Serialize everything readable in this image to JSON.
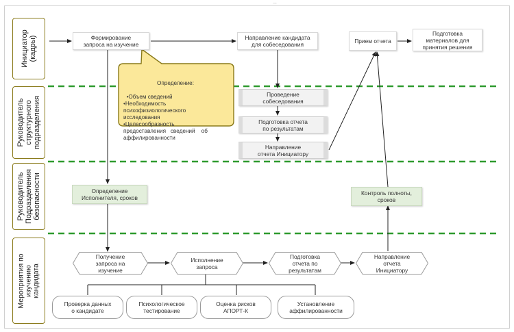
{
  "top_partial_text": "...",
  "lanes": [
    {
      "label": "Инициатор\n(кадры)"
    },
    {
      "label": "Руководитель\nструктурного\nподразделения"
    },
    {
      "label": "Руководитель\nПодразделения\nбезопасности"
    },
    {
      "label": "Мероприятия по\nизучению\nкандидата"
    }
  ],
  "nodes": {
    "form_request": "Формирование\nзапроса на изучение",
    "send_candidate": "Направление кандидата\nдля собеседования",
    "receive_report": "Прием отчета",
    "prepare_materials": "Подготовка\nматериалов для\nпринятия решения",
    "conduct_interview": "Проведение\nсобеседования",
    "prepare_report_results": "Подготовка отчета\nпо результатам",
    "send_report_initiator": "Направление\nотчета Инициатору",
    "define_executor": "Определение\nИсполнителя, сроков",
    "control_completeness": "Контроль полноты,\nсроков"
  },
  "callout": {
    "title": "Определение:",
    "lines": "•Объем сведений\n•Необходимость\nпсихофизиологического\nисследования\n•Целесообразность\nпредоставления   сведений    об\nаффилированности"
  },
  "process_steps": [
    {
      "label": "Получение\nзапроса на\nизучение"
    },
    {
      "label": "Исполнение\nзапроса"
    },
    {
      "label": "Подготовка\nотчета по\nрезультатам"
    },
    {
      "label": "Направление\nотчета\nИнициатору"
    }
  ],
  "sub_steps": [
    {
      "label": "Проверка данных\nо кандидате"
    },
    {
      "label": "Психологическое\nтестирование"
    },
    {
      "label": "Оценка рисков\nАПОРТ-К"
    },
    {
      "label": "Установление\nаффилированности"
    }
  ],
  "colors": {
    "lane_border": "#8a7a1a",
    "separator": "#2e9a2e",
    "callout_fill": "#fbe89a",
    "callout_border": "#8a7a1a",
    "green_box": "#e3efdc",
    "grey_box": "#f2f2f2"
  }
}
